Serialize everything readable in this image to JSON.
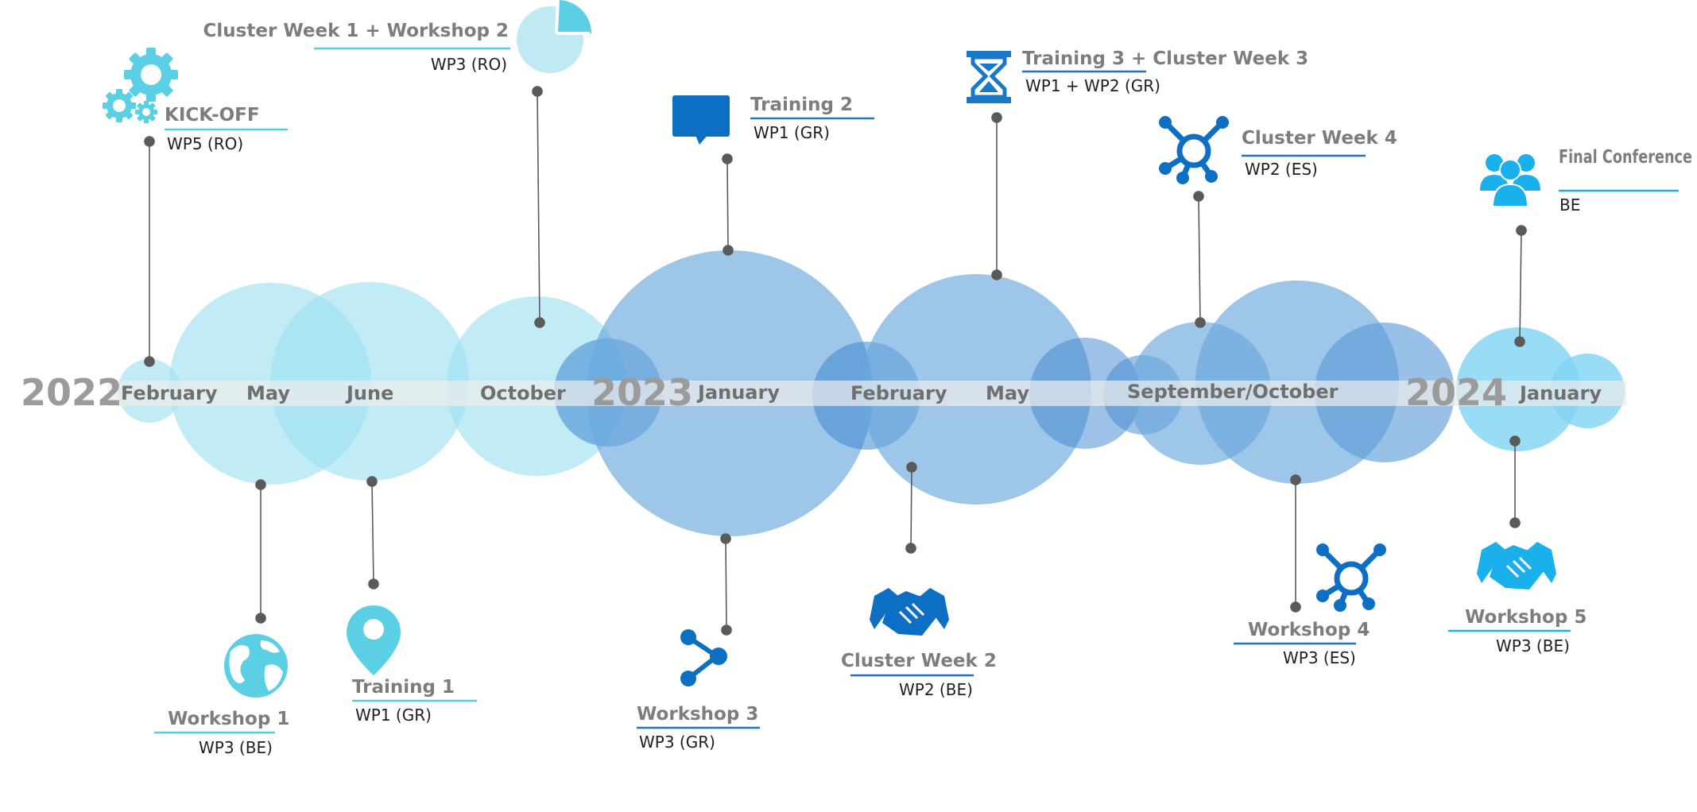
{
  "colors": {
    "light_blue": "#9fe0ef",
    "mid_blue": "#6aa8dd",
    "teal": "#5bcfe3",
    "dark_blue": "#0d6fc4",
    "bright_blue": "#1ab0ec",
    "underline_light": "#4fd0e6",
    "underline_dark": "#1877c9",
    "connector": "#5a5a5a",
    "band": "#ececec"
  },
  "timeline": {
    "years": [
      {
        "id": "y2022",
        "label": "2022"
      },
      {
        "id": "y2023",
        "label": "2023"
      },
      {
        "id": "y2024",
        "label": "2024"
      }
    ],
    "months": [
      {
        "id": "feb22",
        "label": "February"
      },
      {
        "id": "may22",
        "label": "May"
      },
      {
        "id": "jun22",
        "label": "June"
      },
      {
        "id": "oct22",
        "label": "October"
      },
      {
        "id": "jan23",
        "label": "January"
      },
      {
        "id": "feb23",
        "label": "February"
      },
      {
        "id": "may23",
        "label": "May"
      },
      {
        "id": "sepoct23",
        "label": "September/October"
      },
      {
        "id": "jan24",
        "label": "January"
      }
    ]
  },
  "events": [
    {
      "id": "kickoff",
      "title": "KICK-OFF",
      "sub": "WP5 (RO)",
      "icon": "gears-icon"
    },
    {
      "id": "cw1w2",
      "title": "Cluster Week 1 + Workshop 2",
      "sub": "WP3 (RO)",
      "icon": "pie-chart-icon"
    },
    {
      "id": "training2",
      "title": "Training 2",
      "sub": "WP1 (GR)",
      "icon": "speech-bubble-icon"
    },
    {
      "id": "t3cw3",
      "title": "Training 3 + Cluster Week 3",
      "sub": "WP1 + WP2 (GR)",
      "icon": "hourglass-icon"
    },
    {
      "id": "cw4",
      "title": "Cluster Week 4",
      "sub": "WP2 (ES)",
      "icon": "network-hub-icon"
    },
    {
      "id": "final",
      "title": "Final Conference",
      "sub": "BE",
      "icon": "people-group-icon"
    },
    {
      "id": "w1",
      "title": "Workshop 1",
      "sub": "WP3 (BE)",
      "icon": "globe-icon"
    },
    {
      "id": "training1",
      "title": "Training 1",
      "sub": "WP1 (GR)",
      "icon": "map-pin-icon"
    },
    {
      "id": "w3",
      "title": "Workshop 3",
      "sub": "WP3 (GR)",
      "icon": "share-icon"
    },
    {
      "id": "cw2",
      "title": "Cluster Week 2",
      "sub": "WP2 (BE)",
      "icon": "handshake-icon"
    },
    {
      "id": "w4",
      "title": "Workshop 4",
      "sub": "WP3 (ES)",
      "icon": "network-hub-icon"
    },
    {
      "id": "w5",
      "title": "Workshop 5",
      "sub": "WP3 (BE)",
      "icon": "handshake-icon"
    }
  ]
}
